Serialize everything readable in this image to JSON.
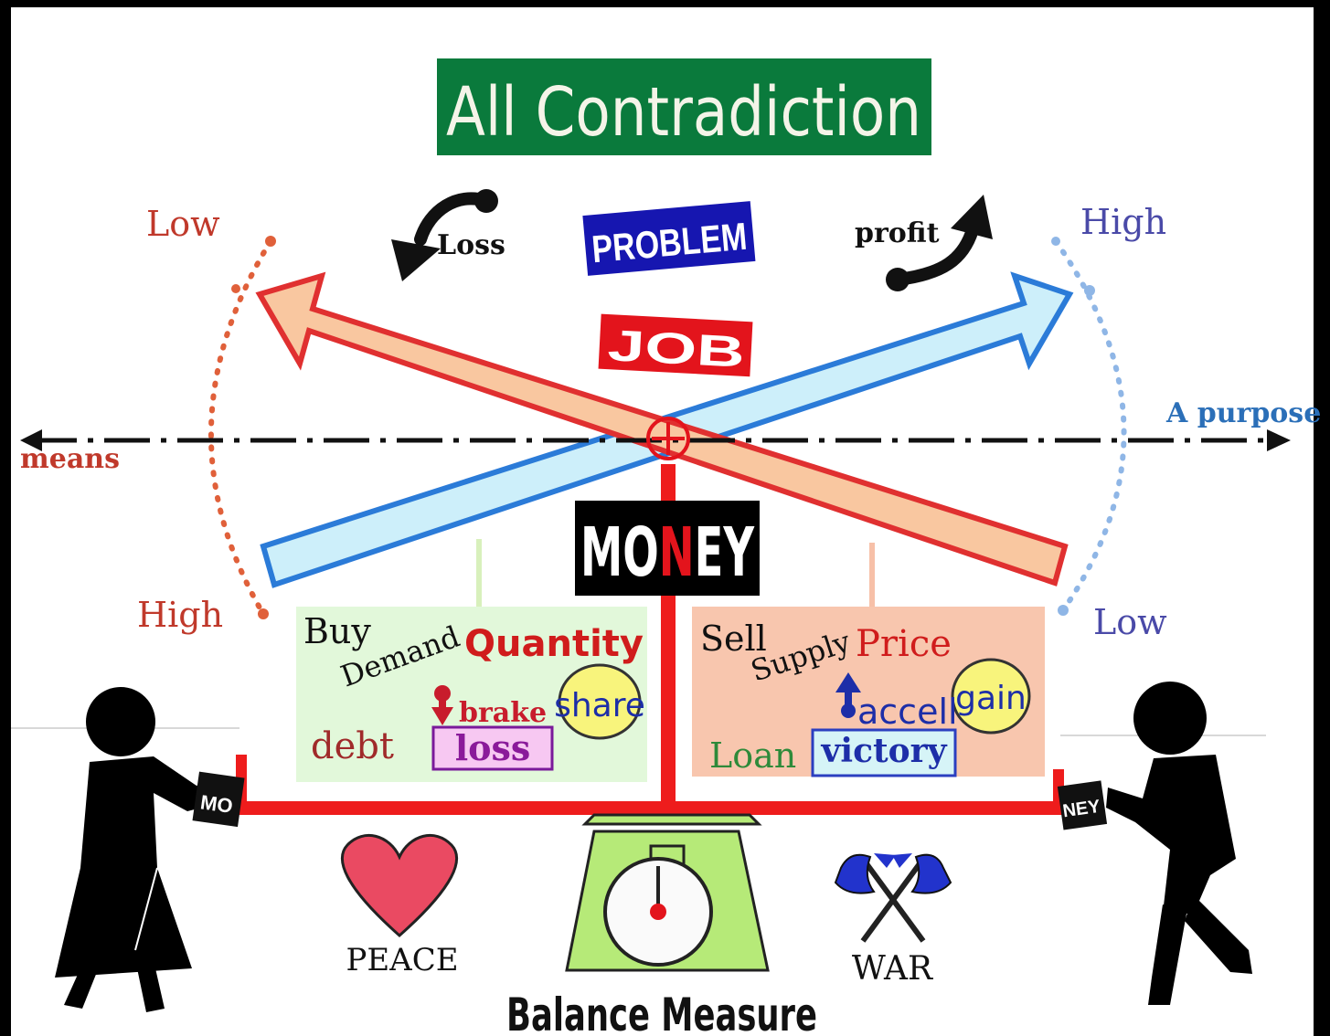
{
  "title": "All Contradiction",
  "left_axis": {
    "top": "Low",
    "bottom": "High"
  },
  "right_axis": {
    "top": "High",
    "bottom": "Low"
  },
  "loss_label": "Loss",
  "profit_label": "profit",
  "problem_label": "PROBLEM",
  "job_label": "JOB",
  "means_label": "means",
  "purpose_label": "A purpose",
  "money": {
    "before": "MO",
    "highlight": "N",
    "after": "EY"
  },
  "buy_box": {
    "buy": "Buy",
    "demand": "Demand",
    "quantity": "Quantity",
    "share": "share",
    "brake": "brake",
    "debt": "debt",
    "loss": "loss"
  },
  "sell_box": {
    "sell": "Sell",
    "supply": "Supply",
    "price": "Price",
    "gain": "gain",
    "accell": "accell",
    "loan": "Loan",
    "victory": "victory"
  },
  "left_sign": "MO",
  "right_sign": "NEY",
  "peace_label": "PEACE",
  "war_label": "WAR",
  "balance_label": "Balance Measure",
  "colors": {
    "title_bg": "#0a7a3c",
    "title_text": "#f4f4e8",
    "left_dots": "#e0603a",
    "right_dots": "#8fb6e6",
    "orange_arrow_fill": "#f9c7a0",
    "orange_arrow_stroke": "#e03030",
    "blue_arrow_fill": "#cdeffa",
    "blue_arrow_stroke": "#2b7bd8",
    "scale_red": "#ee1c1c",
    "buy_box_bg": "#e2f8da",
    "sell_box_bg": "#f8c6ae",
    "heart": "#ea4a62",
    "scale_green": "#b6ea78",
    "axe_blue": "#2233cc"
  }
}
